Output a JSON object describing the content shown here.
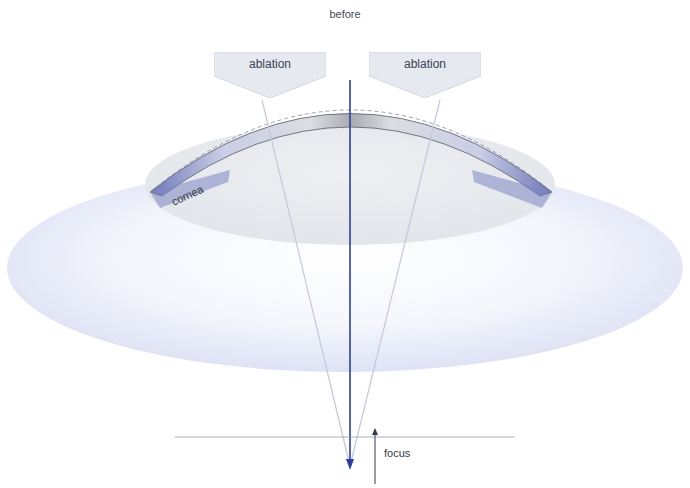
{
  "diagram": {
    "title": "before",
    "nodes": [
      {
        "text": [
          "ablation"
        ]
      },
      {
        "text": [
          "ablation"
        ]
      }
    ],
    "labels": [
      "cornea",
      "focus"
    ]
  }
}
